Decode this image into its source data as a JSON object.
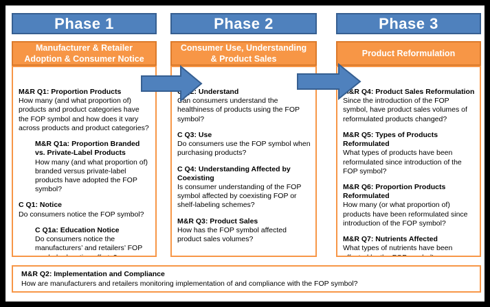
{
  "colors": {
    "background": "#ffffff",
    "frame": "#000000",
    "phase_header_bg": "#4f81bd",
    "phase_header_border": "#365f91",
    "subtitle_bg": "#f79646",
    "subtitle_border": "#db7a2b",
    "content_box_border": "#f79646",
    "arrow_fill": "#4f81bd",
    "arrow_border": "#365f91",
    "text": "#000000"
  },
  "phases": [
    {
      "header": "Phase 1",
      "subtitle_lines": [
        "Manufacturer & Retailer",
        "Adoption & Consumer Notice"
      ],
      "questions": [
        {
          "title": "M&R Q1: Proportion Products",
          "body": "How many (and what proportion of) products and product categories have the FOP symbol and how does it vary across products and product categories?"
        },
        {
          "title": "M&R Q1a: Proportion Branded vs. Private-Label Products",
          "body": "How many (and what proportion of) branded versus private-label products have adopted the FOP symbol?"
        },
        {
          "title": "C Q1: Notice",
          "body": "Do consumers notice the FOP symbol?"
        },
        {
          "title": "C Q1a: Education Notice",
          "body": "Do consumers notice the manufacturers’ and retailers’ FOP symbol education efforts?"
        }
      ]
    },
    {
      "header": "Phase 2",
      "subtitle_lines": [
        "Consumer Use, Understanding",
        "& Product Sales"
      ],
      "questions": [
        {
          "title": "C Q2: Understand",
          "body": "Can consumers understand the healthiness of products using the FOP symbol?"
        },
        {
          "title": "C Q3: Use",
          "body": "Do consumers use the FOP symbol when purchasing products?"
        },
        {
          "title": "C Q4: Understanding Affected by Coexisting",
          "body": "Is consumer understanding of the FOP symbol affected by coexisting FOP or shelf-labeling schemes?"
        },
        {
          "title": "M&R Q3: Product Sales",
          "body": "How has the FOP symbol affected product sales volumes?"
        }
      ]
    },
    {
      "header": "Phase 3",
      "subtitle_lines": [
        "Product Reformulation"
      ],
      "questions": [
        {
          "title": "M&R Q4: Product Sales Reformulation",
          "body": "Since the introduction of the FOP symbol, have product sales volumes of reformulated products changed?"
        },
        {
          "title": "M&R Q5: Types of Products Reformulated",
          "body": "What types of products have been reformulated since introduction of the FOP symbol?"
        },
        {
          "title": "M&R Q6: Proportion Products Reformulated",
          "body": "How many (or what proportion of) products have been reformulated since introduction of the FOP symbol?"
        },
        {
          "title": "M&R Q7: Nutrients Affected",
          "body": "What types of nutrients have been affected by the FOP symbol’s reformulation and to what extent?"
        }
      ]
    }
  ],
  "footer": {
    "title": "M&R Q2: Implementation and Compliance",
    "body": "How are manufacturers and retailers monitoring implementation of and compliance with the FOP symbol?"
  }
}
